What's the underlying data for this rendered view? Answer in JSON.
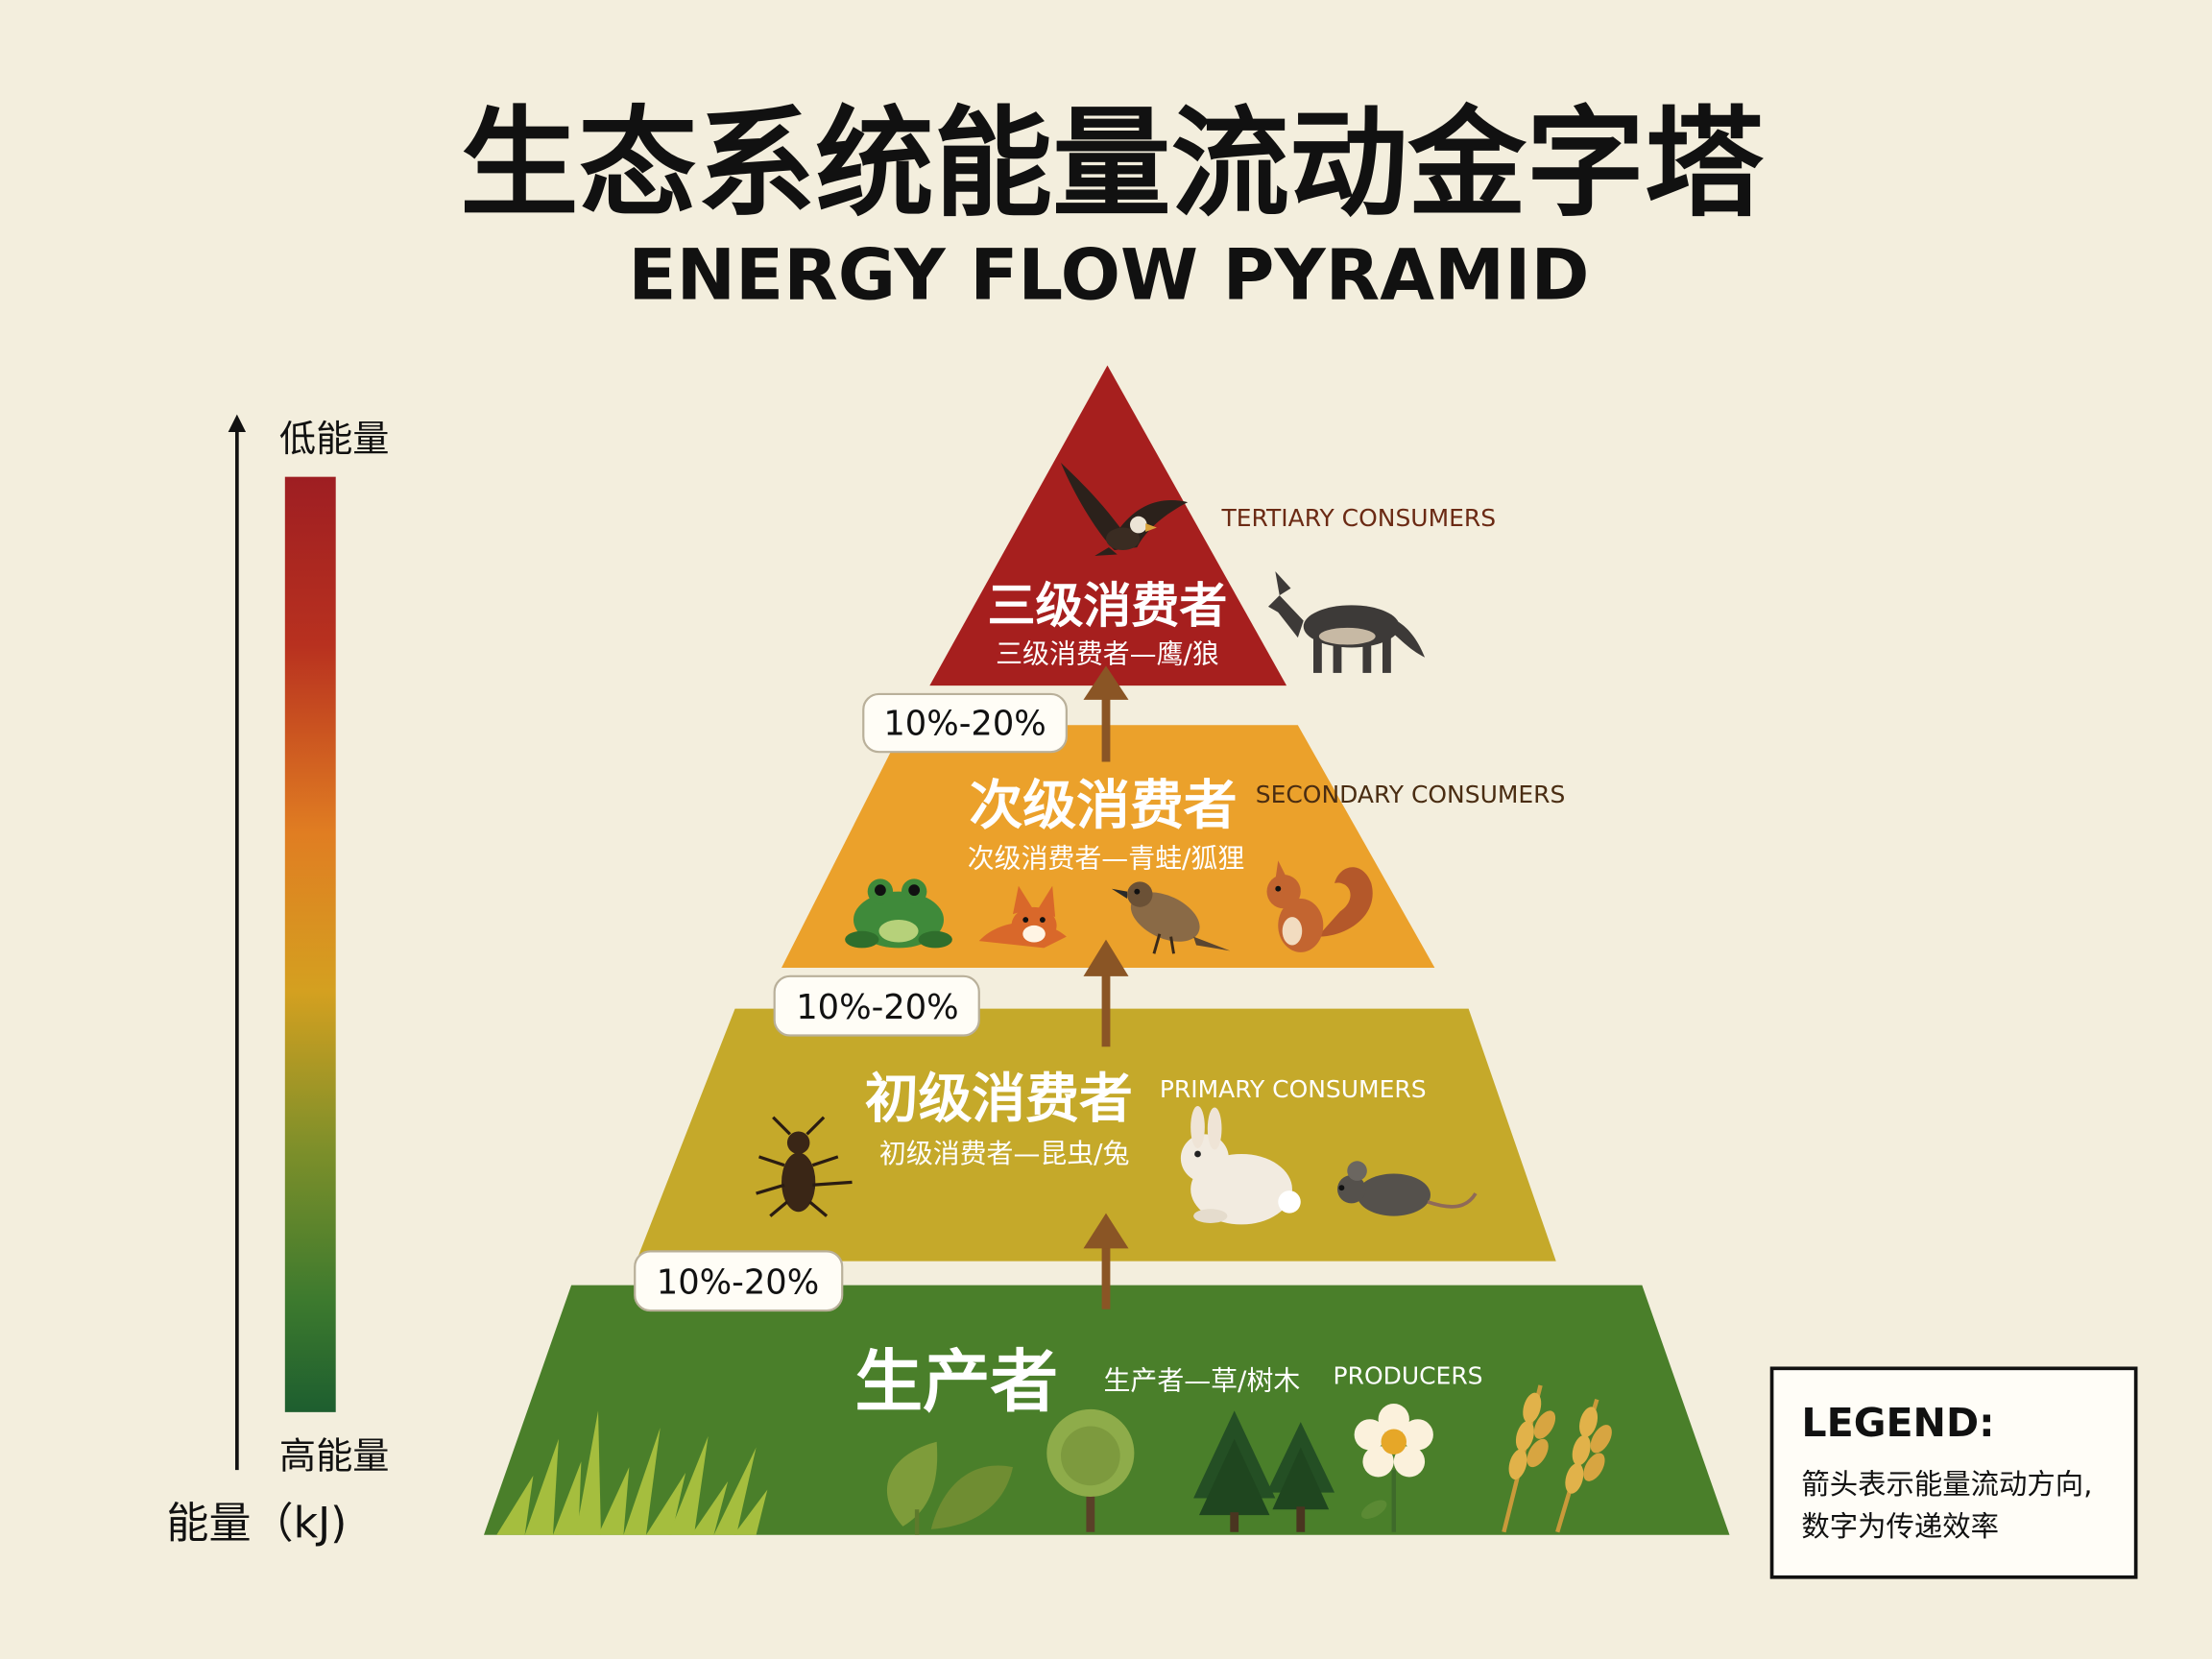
{
  "title": {
    "zh": "生态系统能量流动金字塔",
    "en": "ENERGY FLOW PYRAMID"
  },
  "energy_axis": {
    "top_label": "低能量",
    "bottom_label": "高能量",
    "unit_label": "能量（kJ)"
  },
  "colors": {
    "background": "#f3eedd",
    "tertiary": "#a61f1e",
    "secondary": "#eba12b",
    "primary": "#c5a92a",
    "producers": "#4a7f2a",
    "arrow": "#8a5525",
    "scale_top": "#9e1e22",
    "scale_bottom": "#1d5e2f"
  },
  "levels": [
    {
      "id": "tertiary",
      "name_zh": "三级消费者",
      "name_en": "TERTIARY CONSUMERS",
      "examples": "三级消费者—鹰/狼",
      "icons": [
        "eagle-icon",
        "wolf-icon"
      ]
    },
    {
      "id": "secondary",
      "name_zh": "次级消费者",
      "name_en": "SECONDARY CONSUMERS",
      "examples": "次级消费者—青蛙/狐狸",
      "icons": [
        "frog-icon",
        "fox-icon",
        "bird-icon",
        "squirrel-icon"
      ]
    },
    {
      "id": "primary",
      "name_zh": "初级消费者",
      "name_en": "PRIMARY CONSUMERS",
      "examples": "初级消费者—昆虫/兔",
      "icons": [
        "insect-icon",
        "rabbit-icon",
        "mouse-icon"
      ]
    },
    {
      "id": "producers",
      "name_zh": "生产者",
      "name_en": "PRODUCERS",
      "examples": "生产者—草/树木",
      "icons": [
        "grass-icon",
        "leaves-icon",
        "tree-icon",
        "pine-trees-icon",
        "flower-icon",
        "wheat-icon"
      ]
    }
  ],
  "transfers": [
    {
      "between": "producers-to-primary",
      "efficiency": "10%-20%"
    },
    {
      "between": "primary-to-secondary",
      "efficiency": "10%-20%"
    },
    {
      "between": "secondary-to-tertiary",
      "efficiency": "10%-20%"
    }
  ],
  "legend": {
    "title": "LEGEND:",
    "line1": "箭头表示能量流动方向,",
    "line2": "数字为传递效率"
  }
}
